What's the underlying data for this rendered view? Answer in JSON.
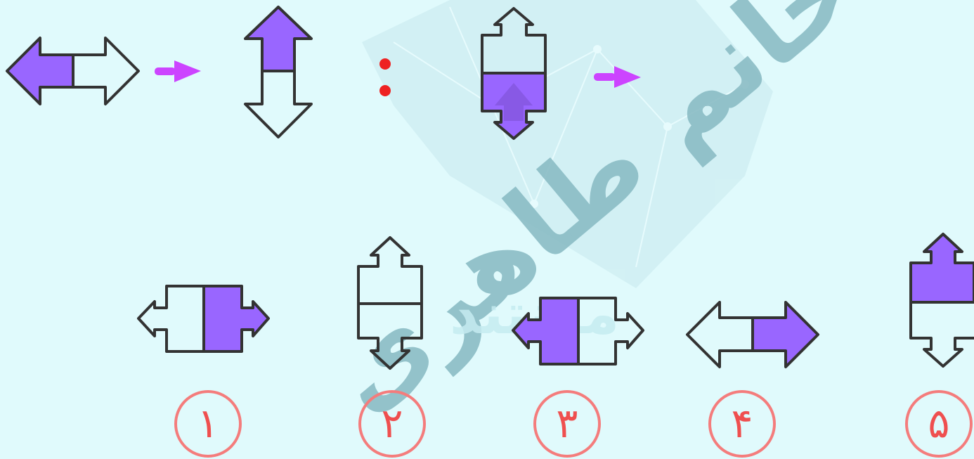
{
  "colors": {
    "background": "#e0fafc",
    "purple": "#9966ff",
    "outline": "#333333",
    "pointer_arrow": "#cc44ff",
    "colon": "#ee2222",
    "option_circle": "#f47c7c",
    "option_number": "#ef4f4f",
    "watermark": "#86b9c2"
  },
  "watermark": {
    "line1": "حانم طاهری",
    "brand": "مونتند"
  },
  "options": [
    {
      "number": "۱"
    },
    {
      "number": "۲"
    },
    {
      "number": "۳"
    },
    {
      "number": "۴"
    },
    {
      "number": "۵"
    }
  ]
}
